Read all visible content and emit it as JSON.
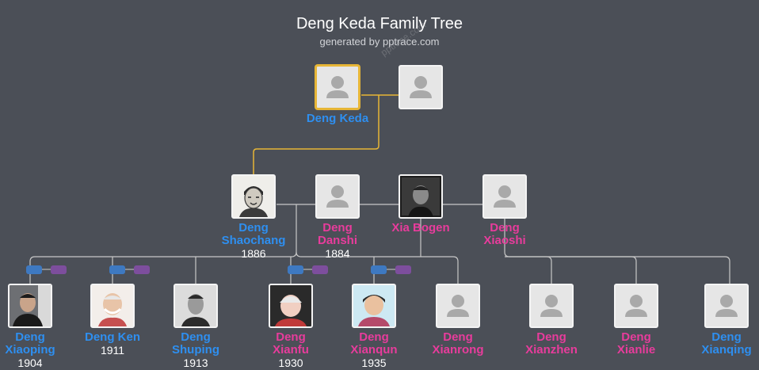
{
  "title": "Deng Keda Family Tree",
  "subtitle": "generated by pptrace.com",
  "watermark": "pptrace.com",
  "colors": {
    "background": "#4b4f57",
    "male": "#2e8ff0",
    "female": "#e83c9c",
    "line": "#c8c8c8",
    "highlight_line": "#e7b637"
  },
  "people": {
    "deng_keda": {
      "name": "Deng Keda",
      "gender": "m"
    },
    "deng_keda_spouse": {
      "name": "",
      "gender": "f"
    },
    "deng_shaochang": {
      "name": "Deng Shaochang",
      "year": "1886",
      "gender": "m"
    },
    "deng_danshi": {
      "name": "Deng Danshi",
      "year": "1884",
      "gender": "f"
    },
    "xia_bogen": {
      "name": "Xia Bogen",
      "gender": "f"
    },
    "deng_xiaoshi": {
      "name": "Deng Xiaoshi",
      "gender": "f"
    },
    "deng_xiaoping": {
      "name": "Deng Xiaoping",
      "year": "1904",
      "gender": "m"
    },
    "deng_ken": {
      "name": "Deng Ken",
      "year": "1911",
      "gender": "m"
    },
    "deng_shuping": {
      "name": "Deng Shuping",
      "year": "1913",
      "gender": "m"
    },
    "deng_xianfu": {
      "name": "Deng Xianfu",
      "year": "1930",
      "gender": "f"
    },
    "deng_xianqun": {
      "name": "Deng Xianqun",
      "year": "1935",
      "gender": "f"
    },
    "deng_xianrong": {
      "name": "Deng Xianrong",
      "gender": "f"
    },
    "deng_xianzhen": {
      "name": "Deng Xianzhen",
      "gender": "f"
    },
    "deng_xianlie": {
      "name": "Deng Xianlie",
      "gender": "f"
    },
    "deng_xianqing": {
      "name": "Deng Xianqing",
      "gender": "m"
    }
  }
}
